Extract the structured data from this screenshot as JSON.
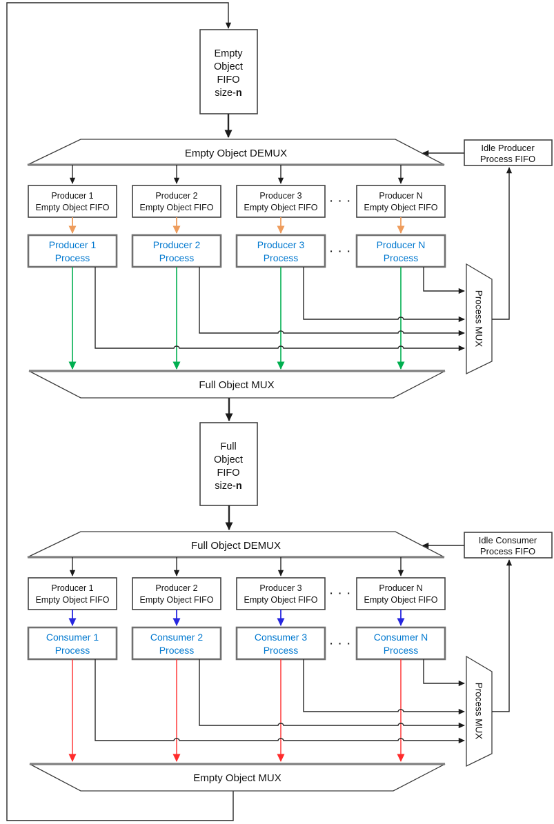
{
  "colors": {
    "orange": "#ee9c5c",
    "green": "#00af50",
    "blue": "#2626df",
    "red": "#ff2b2b",
    "accent-text": "#0078cf",
    "ink": "#262626",
    "edge-gray": "#7f7f7f"
  },
  "d": {
    "empty_fifo": {
      "l1": "Empty",
      "l2": "Object",
      "l3": "FIFO",
      "l4a": "size-",
      "l4b": "n"
    },
    "full_fifo": {
      "l1": "Full",
      "l2": "Object",
      "l3": "FIFO",
      "l4a": "size-",
      "l4b": "n"
    },
    "empty_demux": "Empty Object DEMUX",
    "full_demux": "Full Object DEMUX",
    "full_mux": "Full Object MUX",
    "empty_mux": "Empty Object MUX",
    "process_mux": "Process MUX",
    "idle_producer": {
      "l1": "Idle Producer",
      "l2": "Process FIFO"
    },
    "idle_consumer": {
      "l1": "Idle Consumer",
      "l2": "Process FIFO"
    },
    "ellipsis": "· · ·",
    "producer_fifos": [
      {
        "l1": "Producer 1",
        "l2": "Empty Object FIFO"
      },
      {
        "l1": "Producer 2",
        "l2": "Empty Object FIFO"
      },
      {
        "l1": "Producer 3",
        "l2": "Empty Object FIFO"
      },
      {
        "l1": "Producer N",
        "l2": "Empty Object FIFO"
      }
    ],
    "producer_procs": [
      {
        "l1": "Producer 1",
        "l2": "Process"
      },
      {
        "l1": "Producer 2",
        "l2": "Process"
      },
      {
        "l1": "Producer 3",
        "l2": "Process"
      },
      {
        "l1": "Producer N",
        "l2": "Process"
      }
    ],
    "consumer_fifos": [
      {
        "l1": "Producer 1",
        "l2": "Empty Object FIFO"
      },
      {
        "l1": "Producer 2",
        "l2": "Empty Object FIFO"
      },
      {
        "l1": "Producer 3",
        "l2": "Empty Object FIFO"
      },
      {
        "l1": "Producer N",
        "l2": "Empty Object FIFO"
      }
    ],
    "consumer_procs": [
      {
        "l1": "Consumer 1",
        "l2": "Process"
      },
      {
        "l1": "Consumer 2",
        "l2": "Process"
      },
      {
        "l1": "Consumer 3",
        "l2": "Process"
      },
      {
        "l1": "Consumer N",
        "l2": "Process"
      }
    ]
  }
}
